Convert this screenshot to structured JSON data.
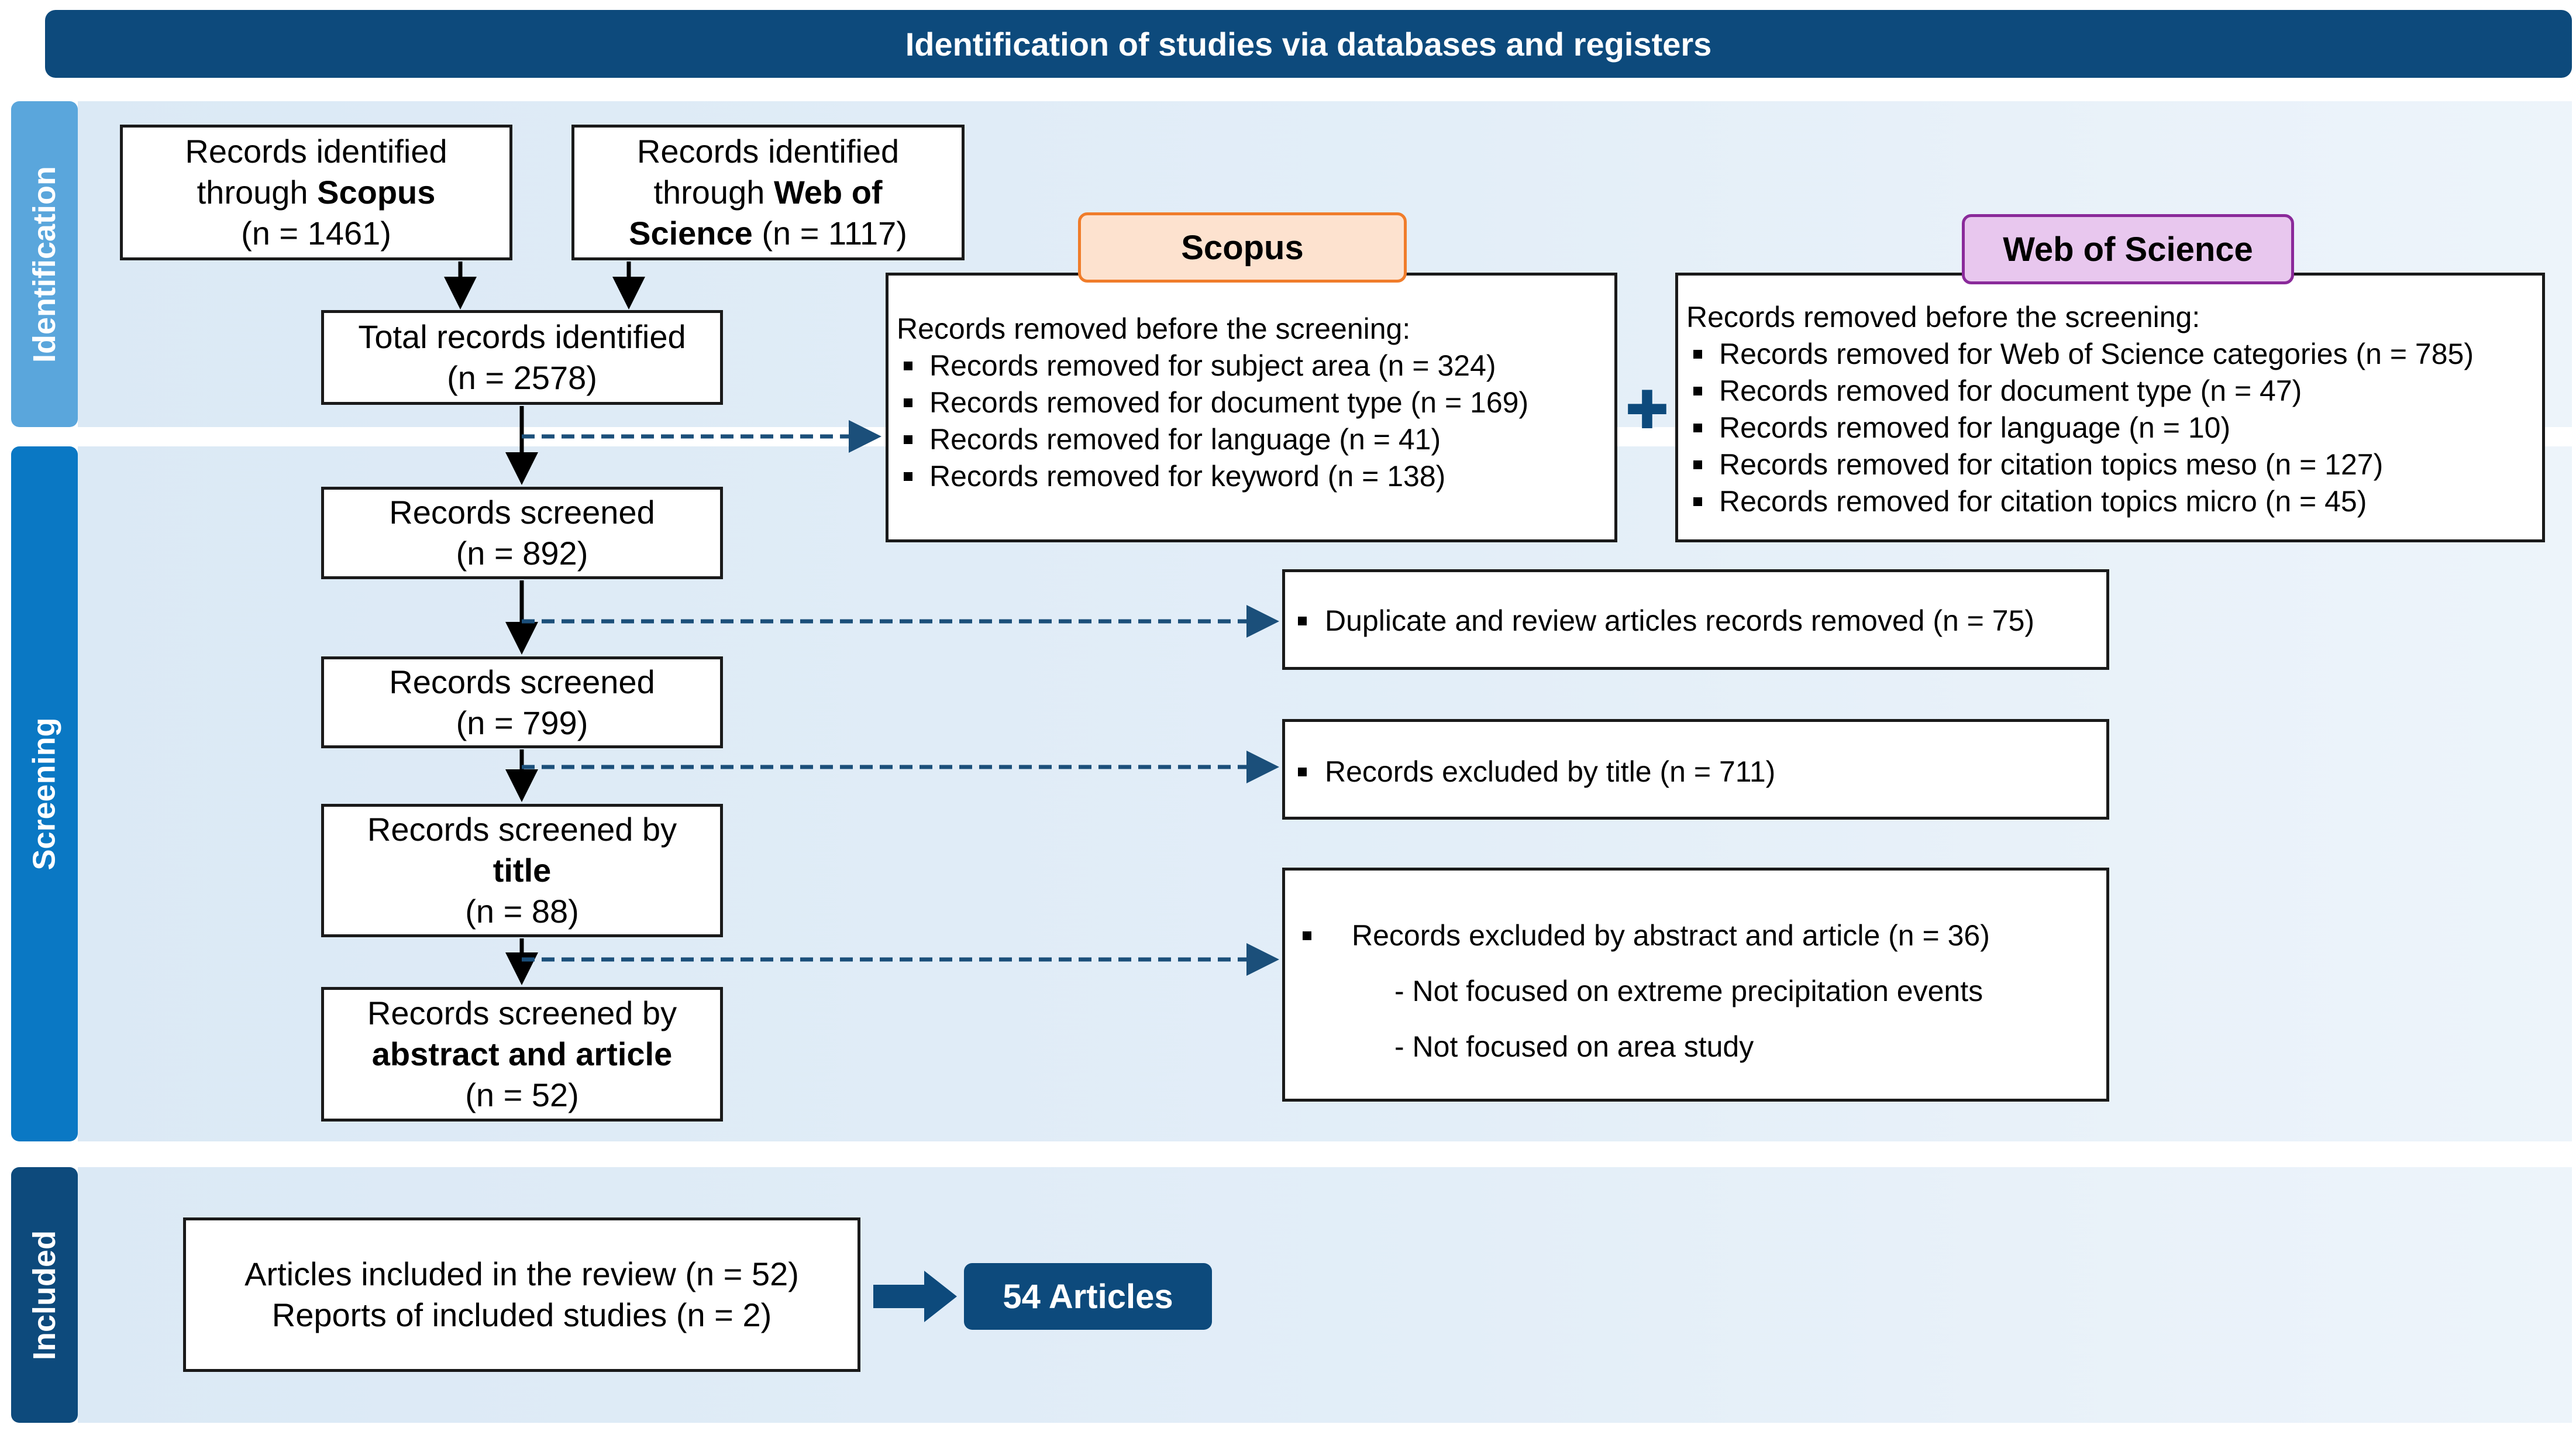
{
  "header": {
    "title": "Identification of studies via databases and registers"
  },
  "stages": {
    "identification": "Identification",
    "screening": "Screening",
    "included": "Included"
  },
  "identification": {
    "scopus_box": {
      "line1": "Records identified",
      "line2_pre": "through ",
      "line2_bold": "Scopus",
      "line3": "(n = 1461)"
    },
    "wos_box": {
      "line1": "Records identified",
      "line2_pre": "through ",
      "line2_bold": "Web of",
      "line3_bold": "Science",
      "line3_rest": " (n = 1117)"
    },
    "total_box": {
      "line1": "Total records identified",
      "line2": "(n = 2578)"
    }
  },
  "databases": {
    "scopus": {
      "label": "Scopus",
      "intro": "Records removed before the screening:",
      "items": [
        "Records removed for subject area  (n = 324)",
        "Records removed for document type (n = 169)",
        "Records removed for language (n = 41)",
        "Records removed for keyword (n = 138)"
      ]
    },
    "wos": {
      "label": "Web of Science",
      "intro": "Records removed before the screening:",
      "items": [
        "Records removed for Web of Science categories (n = 785)",
        "Records removed for document type (n = 47)",
        "Records removed for language (n = 10)",
        "Records removed for citation topics meso (n = 127)",
        "Records removed for citation topics micro (n = 45)"
      ]
    },
    "plus_symbol": "✚"
  },
  "screening": {
    "screened_1": {
      "line1": "Records screened",
      "line2": "(n = 892)"
    },
    "screened_2": {
      "line1": "Records screened",
      "line2": "(n = 799)"
    },
    "screened_title": {
      "line1": "Records screened by",
      "line2_bold": "title",
      "line3": "(n = 88)"
    },
    "screened_abstract": {
      "line1": "Records screened by",
      "line2_bold": "abstract and article",
      "line3": "(n = 52)"
    },
    "excluded_duplicates": "Duplicate and review articles records removed (n = 75)",
    "excluded_title": "Records excluded by title (n = 711)",
    "excluded_abstract": {
      "main": "Records excluded by abstract and article (n = 36)",
      "reason1": "- Not focused on extreme precipitation events",
      "reason2": "- Not focused on area study"
    }
  },
  "included": {
    "line1": "Articles included in the review (n = 52)",
    "line2": "Reports of included studies (n = 2)",
    "total": "54 Articles"
  },
  "colors": {
    "header": "#0d4a7c",
    "identification_label": "#5aa6dc",
    "screening_label": "#0a78c4",
    "included_label": "#0d4a7c",
    "band": "#dfecf7",
    "scopus_fill": "#fde2cf",
    "scopus_border": "#f07c2a",
    "wos_fill": "#e8c7ee",
    "wos_border": "#8a2a9a",
    "dashed_arrow": "#1b4f7a"
  }
}
